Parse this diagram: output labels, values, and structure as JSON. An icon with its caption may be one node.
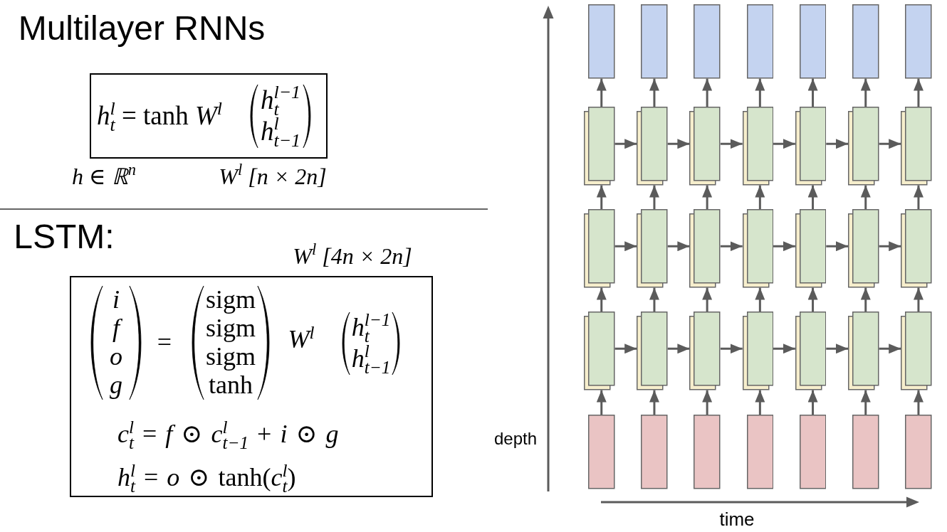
{
  "diagram": {
    "title": "Multilayer RNNs",
    "nodes": [
      {
        "text": [
          "*h*$^{l}$$_{t}$ = tanh *W*$^{l}$",
          "*h*$^{l−1}$$_{t}$ *h*$^{l}$$_{t−1}$"
        ],
        "beside": [
          "h ∈ ℝ$^{n}$",
          "W$^{l}$ [n × 2n]"
        ]
      },
      {
        "text": [
          "*i* *f* *o* *g*",
          "=",
          "sigm sigm sigm tanh",
          "*W*$^{l}$",
          "*h*$^{l−1}$$_{t}$ *h*$^{l}$$_{t−1}$",
          "*c*$^{l}$$_{t}$ = *f* ⊙ *c*$^{l}$$_{t−1}$ + *i* ⊙ *g*",
          "*h*$^{l}$$_{t}$ = *o* ⊙ tanh(*c*$^{l}$$_{t}$)"
        ],
        "beside": [
          "W$^{l}$ [4n × 2n]"
        ]
      },
      {
        "text": [],
        "shape": "box"
      },
      {
        "text": [],
        "shape": "box"
      },
      {
        "text": [],
        "shape": "box"
      },
      {
        "text": [],
        "shape": "box"
      },
      {
        "text": [],
        "shape": "box"
      },
      {
        "text": [],
        "shape": "box"
      },
      {
        "text": [],
        "shape": "box"
      },
      {
        "text": [],
        "shape": "box"
      },
      {
        "text": [],
        "shape": "box"
      },
      {
        "text": [],
        "shape": "box"
      },
      {
        "text": [],
        "shape": "box"
      },
      {
        "text": [],
        "shape": "box"
      },
      {
        "text": [],
        "shape": "box"
      },
      {
        "text": [],
        "shape": "box"
      },
      {
        "text": [],
        "shape": "box"
      },
      {
        "text": [],
        "shape": "box"
      },
      {
        "text": [],
        "shape": "box"
      },
      {
        "text": [],
        "shape": "box"
      },
      {
        "text": [],
        "shape": "box"
      },
      {
        "text": [],
        "shape": "box"
      },
      {
        "text": [],
        "shape": "box"
      },
      {
        "text": [],
        "shape": "box"
      },
      {
        "text": [],
        "shape": "box"
      },
      {
        "text": [],
        "shape": "box"
      },
      {
        "text": [],
        "shape": "box"
      },
      {
        "text": [],
        "shape": "box"
      },
      {
        "text": [],
        "shape": "box"
      },
      {
        "text": [],
        "shape": "box"
      },
      {
        "text": [],
        "shape": "box"
      },
      {
        "text": [],
        "shape": "box"
      },
      {
        "text": [],
        "shape": "box"
      },
      {
        "text": [],
        "shape": "box"
      },
      {
        "text": [],
        "shape": "box"
      },
      {
        "text": [],
        "shape": "box"
      },
      {
        "text": [],
        "shape": "box"
      }
    ],
    "edges": [
      {
        "from": 30,
        "to": 23,
        "arrow": "to"
      },
      {
        "from": 31,
        "to": 24,
        "arrow": "to"
      },
      {
        "from": 32,
        "to": 25,
        "arrow": "to"
      },
      {
        "from": 33,
        "to": 26,
        "arrow": "to"
      },
      {
        "from": 34,
        "to": 27,
        "arrow": "to"
      },
      {
        "from": 35,
        "to": 28,
        "arrow": "to"
      },
      {
        "from": 36,
        "to": 29,
        "arrow": "to"
      },
      {
        "from": 23,
        "to": 16,
        "arrow": "to"
      },
      {
        "from": 24,
        "to": 17,
        "arrow": "to"
      },
      {
        "from": 25,
        "to": 18,
        "arrow": "to"
      },
      {
        "from": 26,
        "to": 19,
        "arrow": "to"
      },
      {
        "from": 27,
        "to": 20,
        "arrow": "to"
      },
      {
        "from": 28,
        "to": 21,
        "arrow": "to"
      },
      {
        "from": 29,
        "to": 22,
        "arrow": "to"
      },
      {
        "from": 16,
        "to": 9,
        "arrow": "to"
      },
      {
        "from": 17,
        "to": 10,
        "arrow": "to"
      },
      {
        "from": 18,
        "to": 11,
        "arrow": "to"
      },
      {
        "from": 19,
        "to": 12,
        "arrow": "to"
      },
      {
        "from": 20,
        "to": 13,
        "arrow": "to"
      },
      {
        "from": 21,
        "to": 14,
        "arrow": "to"
      },
      {
        "from": 22,
        "to": 15,
        "arrow": "to"
      },
      {
        "from": 9,
        "to": 2,
        "arrow": "to"
      },
      {
        "from": 10,
        "to": 3,
        "arrow": "to"
      },
      {
        "from": 11,
        "to": 4,
        "arrow": "to"
      },
      {
        "from": 12,
        "to": 5,
        "arrow": "to"
      },
      {
        "from": 13,
        "to": 6,
        "arrow": "to"
      },
      {
        "from": 14,
        "to": 7,
        "arrow": "to"
      },
      {
        "from": 15,
        "to": 8,
        "arrow": "to"
      },
      {
        "from": 9,
        "to": 10,
        "arrow": "to"
      },
      {
        "from": 10,
        "to": 11,
        "arrow": "to"
      },
      {
        "from": 11,
        "to": 12,
        "arrow": "to"
      },
      {
        "from": 12,
        "to": 13,
        "arrow": "to"
      },
      {
        "from": 13,
        "to": 14,
        "arrow": "to"
      },
      {
        "from": 14,
        "to": 15,
        "arrow": "to"
      },
      {
        "from": 16,
        "to": 17,
        "arrow": "to"
      },
      {
        "from": 17,
        "to": 18,
        "arrow": "to"
      },
      {
        "from": 18,
        "to": 19,
        "arrow": "to"
      },
      {
        "from": 19,
        "to": 20,
        "arrow": "to"
      },
      {
        "from": 20,
        "to": 21,
        "arrow": "to"
      },
      {
        "from": 21,
        "to": 22,
        "arrow": "to"
      },
      {
        "from": 23,
        "to": 24,
        "arrow": "to"
      },
      {
        "from": 24,
        "to": 25,
        "arrow": "to"
      },
      {
        "from": 25,
        "to": 26,
        "arrow": "to"
      },
      {
        "from": 26,
        "to": 27,
        "arrow": "to"
      },
      {
        "from": 27,
        "to": 28,
        "arrow": "to"
      },
      {
        "from": 28,
        "to": 29,
        "arrow": "to"
      }
    ],
    "labels": [
      "LSTM:",
      "depth",
      "time"
    ]
  }
}
